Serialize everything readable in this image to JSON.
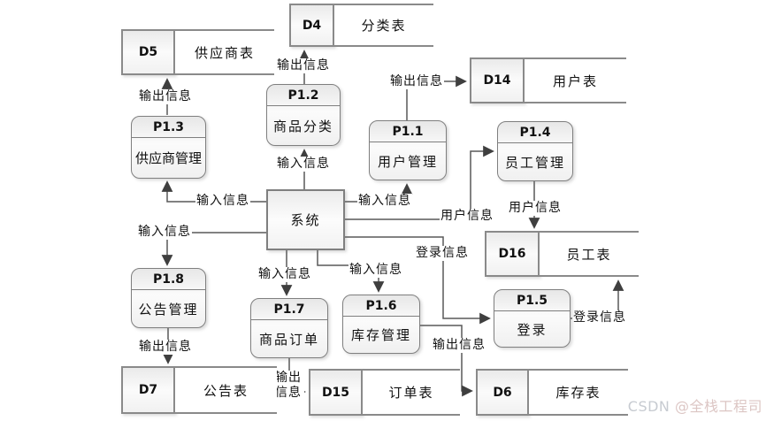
{
  "system": {
    "label": "系统"
  },
  "processes": {
    "p11": {
      "id": "P1.1",
      "name": "用户管理"
    },
    "p12": {
      "id": "P1.2",
      "name": "商品分类"
    },
    "p13": {
      "id": "P1.3",
      "name": "供应商管理"
    },
    "p14": {
      "id": "P1.4",
      "name": "员工管理"
    },
    "p15": {
      "id": "P1.5",
      "name": "登录"
    },
    "p16": {
      "id": "P1.6",
      "name": "库存管理"
    },
    "p17": {
      "id": "P1.7",
      "name": "商品订单"
    },
    "p18": {
      "id": "P1.8",
      "name": "公告管理"
    }
  },
  "stores": {
    "d4": {
      "id": "D4",
      "name": "分类表"
    },
    "d5": {
      "id": "D5",
      "name": "供应商表"
    },
    "d6": {
      "id": "D6",
      "name": "库存表"
    },
    "d7": {
      "id": "D7",
      "name": "公告表"
    },
    "d14": {
      "id": "D14",
      "name": "用户表"
    },
    "d15": {
      "id": "D15",
      "name": "订单表"
    },
    "d16": {
      "id": "D16",
      "name": "员工表"
    }
  },
  "labels": {
    "p13_out": "输出信息",
    "p12_out": "输出信息",
    "p11_out": "输出信息",
    "sys_in_p13": "输入信息",
    "sys_in_p12": "输入信息",
    "sys_in_p11": "输入信息",
    "sys_user_info": "用户信息",
    "p14_user_info": "用户信息",
    "sys_login_info": "登录信息",
    "p15_login_info": "登录信息",
    "sys_in_p18": "输入信息",
    "sys_in_p17": "输入信息",
    "sys_in_p16": "输入信息",
    "p18_out": "输出信息",
    "p17_out": "输出信息",
    "p16_out": "输出信息"
  },
  "watermark": {
    "prefix": "CSDN ",
    "author": "@全栈工程司"
  },
  "colors": {
    "line": "#595959",
    "border": "#7f7f7f",
    "arrow": "#3f3f3f",
    "text": "#111111"
  }
}
